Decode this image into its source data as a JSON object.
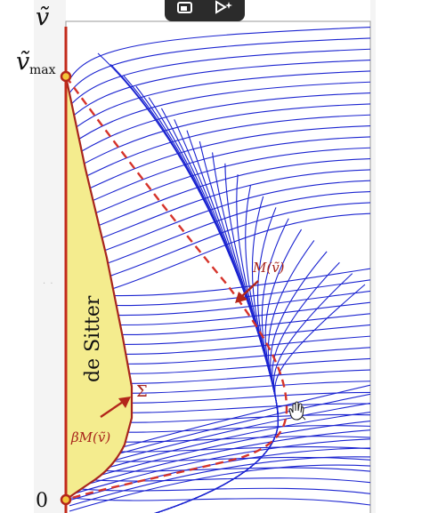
{
  "labels": {
    "v_axis": "ṽ",
    "v_max_base": "ṽ",
    "v_max_sub": "max",
    "zero": "0",
    "de_sitter": "de Sitter",
    "sigma": "Σ",
    "m_curve": "M(ṽ)",
    "beta_m": "βM(ṽ)",
    "dots": "· ·"
  },
  "toolbar": {
    "items": [
      {
        "icon": "screen-record-icon"
      },
      {
        "icon": "video-magic-icon"
      }
    ]
  },
  "colors": {
    "axis": "#c22a1b",
    "flow_lines": "#1a23d0",
    "de_sitter_fill": "#f4ec8e",
    "dashed_curve": "#d6332a",
    "label_red": "#a8251c",
    "toolbar": "#2b2b2b",
    "frame": "#9a9a9a"
  }
}
